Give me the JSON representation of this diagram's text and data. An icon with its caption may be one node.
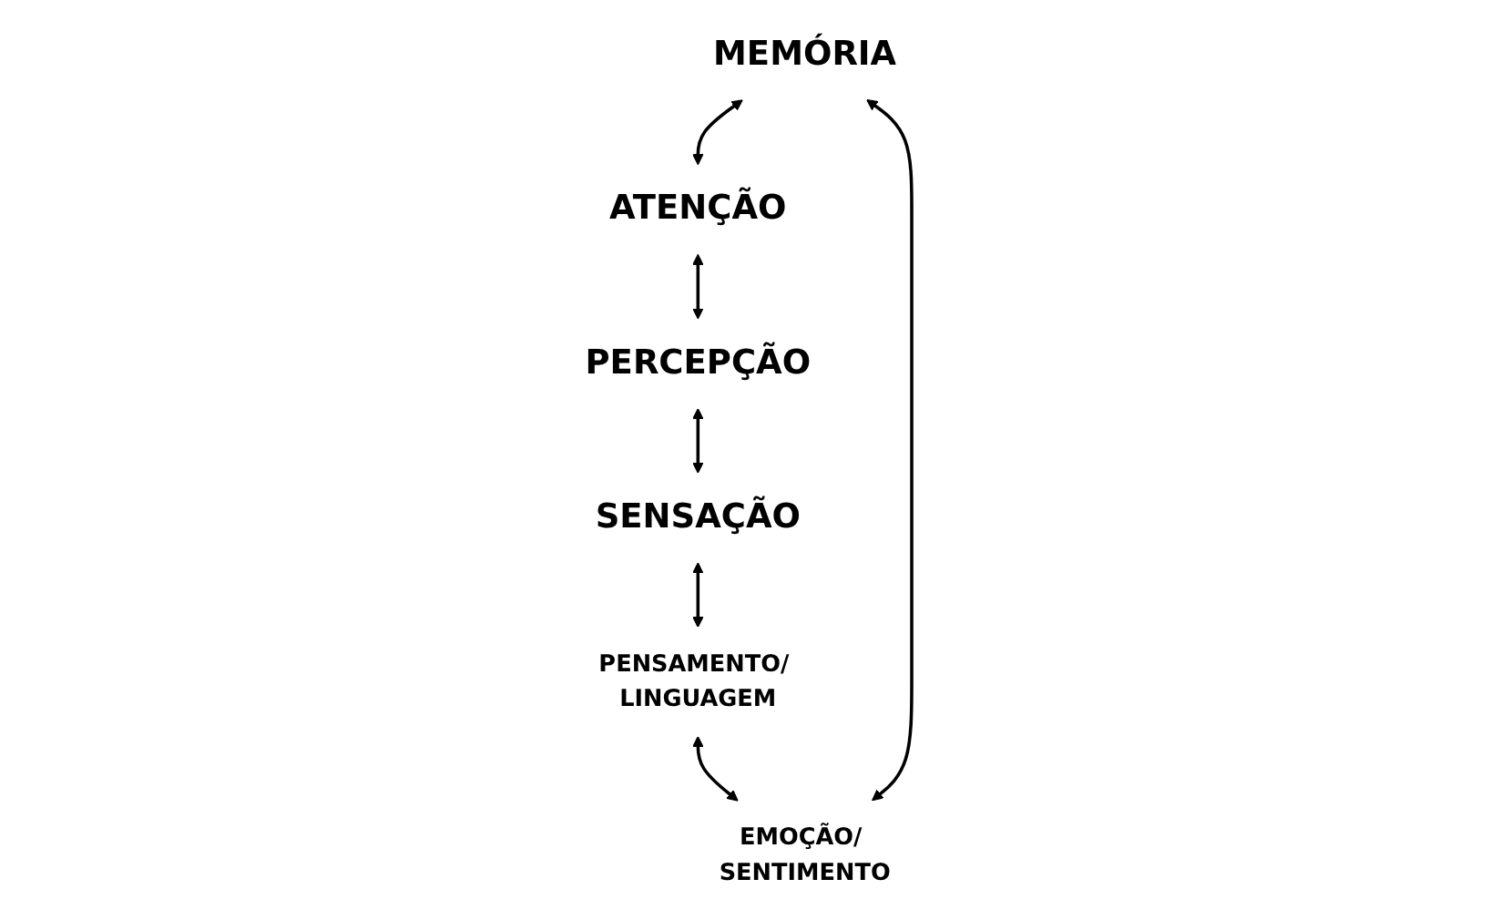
{
  "diagram": {
    "nodes": [
      {
        "text": [
          "MEMÓRIA"
        ]
      },
      {
        "text": [
          "EMOÇÃO/ SENTIMENTO"
        ]
      },
      {
        "text": [
          "ATENÇÃO"
        ]
      },
      {
        "text": [
          "PENSAMENTO/ LINGUAGEM"
        ]
      },
      {
        "text": [
          "PERCEPÇÃO"
        ]
      },
      {
        "text": [
          "SENSAÇÃO"
        ]
      }
    ],
    "edges": [
      {
        "from": 0,
        "to": 2,
        "arrow": "both"
      },
      {
        "from": 2,
        "to": 4,
        "arrow": "both"
      },
      {
        "from": 4,
        "to": 5,
        "arrow": "both"
      },
      {
        "from": 5,
        "to": 3,
        "arrow": "both"
      },
      {
        "from": 3,
        "to": 1,
        "arrow": "both"
      },
      {
        "from": 1,
        "to": 0,
        "arrow": "both"
      }
    ]
  }
}
